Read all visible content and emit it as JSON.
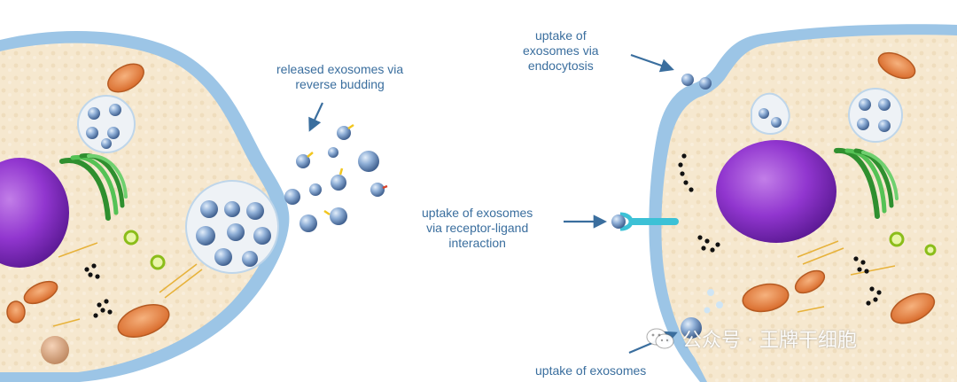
{
  "labels": {
    "released": [
      "released exosomes via",
      "reverse budding"
    ],
    "endocytosis": [
      "uptake of",
      "exosomes via",
      "endocytosis"
    ],
    "receptor": [
      "uptake of exosomes",
      "via receptor-ligand",
      "interaction"
    ],
    "fusion": [
      "uptake of exosomes"
    ]
  },
  "watermark": {
    "text": "公众号 · 王牌干细胞",
    "icon": "wechat-icon"
  },
  "colors": {
    "label": "#3a6e9e",
    "membrane": "#8ab8dd",
    "cytoplasm": "#f6e8cf",
    "nucleus": "#8a2ec4",
    "exosome": "#6f93c2",
    "mitochondria": "#e58a45",
    "golgi": "#3aa53a",
    "arrow": "#3a6e9e"
  }
}
